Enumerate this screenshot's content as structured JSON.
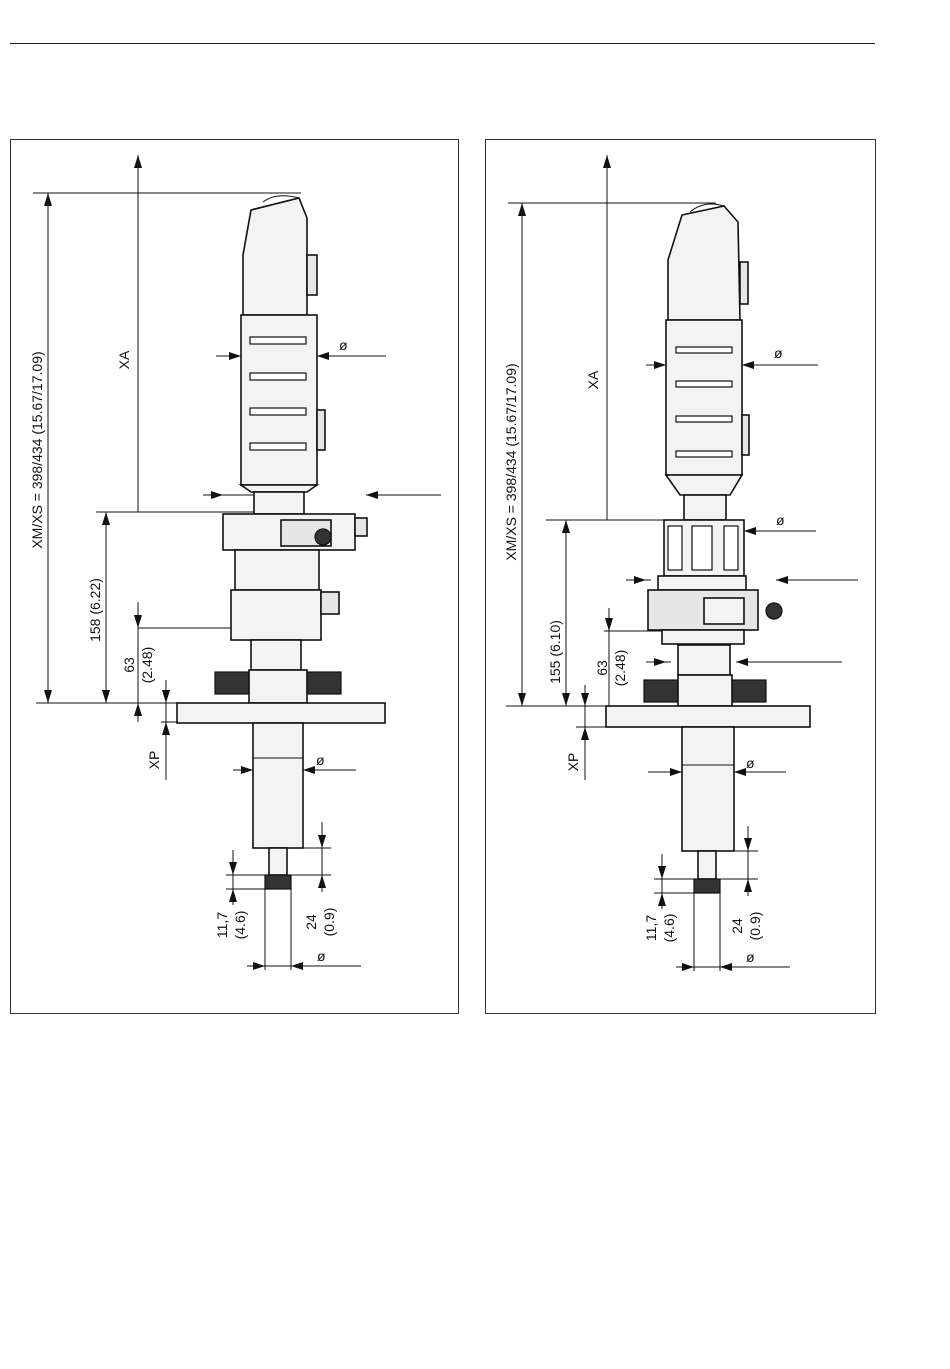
{
  "diagrams": [
    {
      "total_height_label": "XM/XS = 398/434 (15.67/17.09)",
      "xa_label": "XA",
      "mid_height_label": "158 (6.22)",
      "flange_height_mm": "63",
      "flange_height_in": "(2.48)",
      "xp_label": "XP",
      "tip_len_mm": "11,7",
      "tip_len_in": "(4.6)",
      "tip_gap_mm": "24",
      "tip_gap_in": "(0.9)",
      "dia_symbol": "ø"
    },
    {
      "total_height_label": "XM/XS = 398/434 (15.67/17.09)",
      "xa_label": "XA",
      "mid_height_label": "155 (6.10)",
      "flange_height_mm": "63",
      "flange_height_in": "(2.48)",
      "xp_label": "XP",
      "tip_len_mm": "11,7",
      "tip_len_in": "(4.6)",
      "tip_gap_mm": "24",
      "tip_gap_in": "(0.9)",
      "dia_symbol": "ø"
    }
  ]
}
